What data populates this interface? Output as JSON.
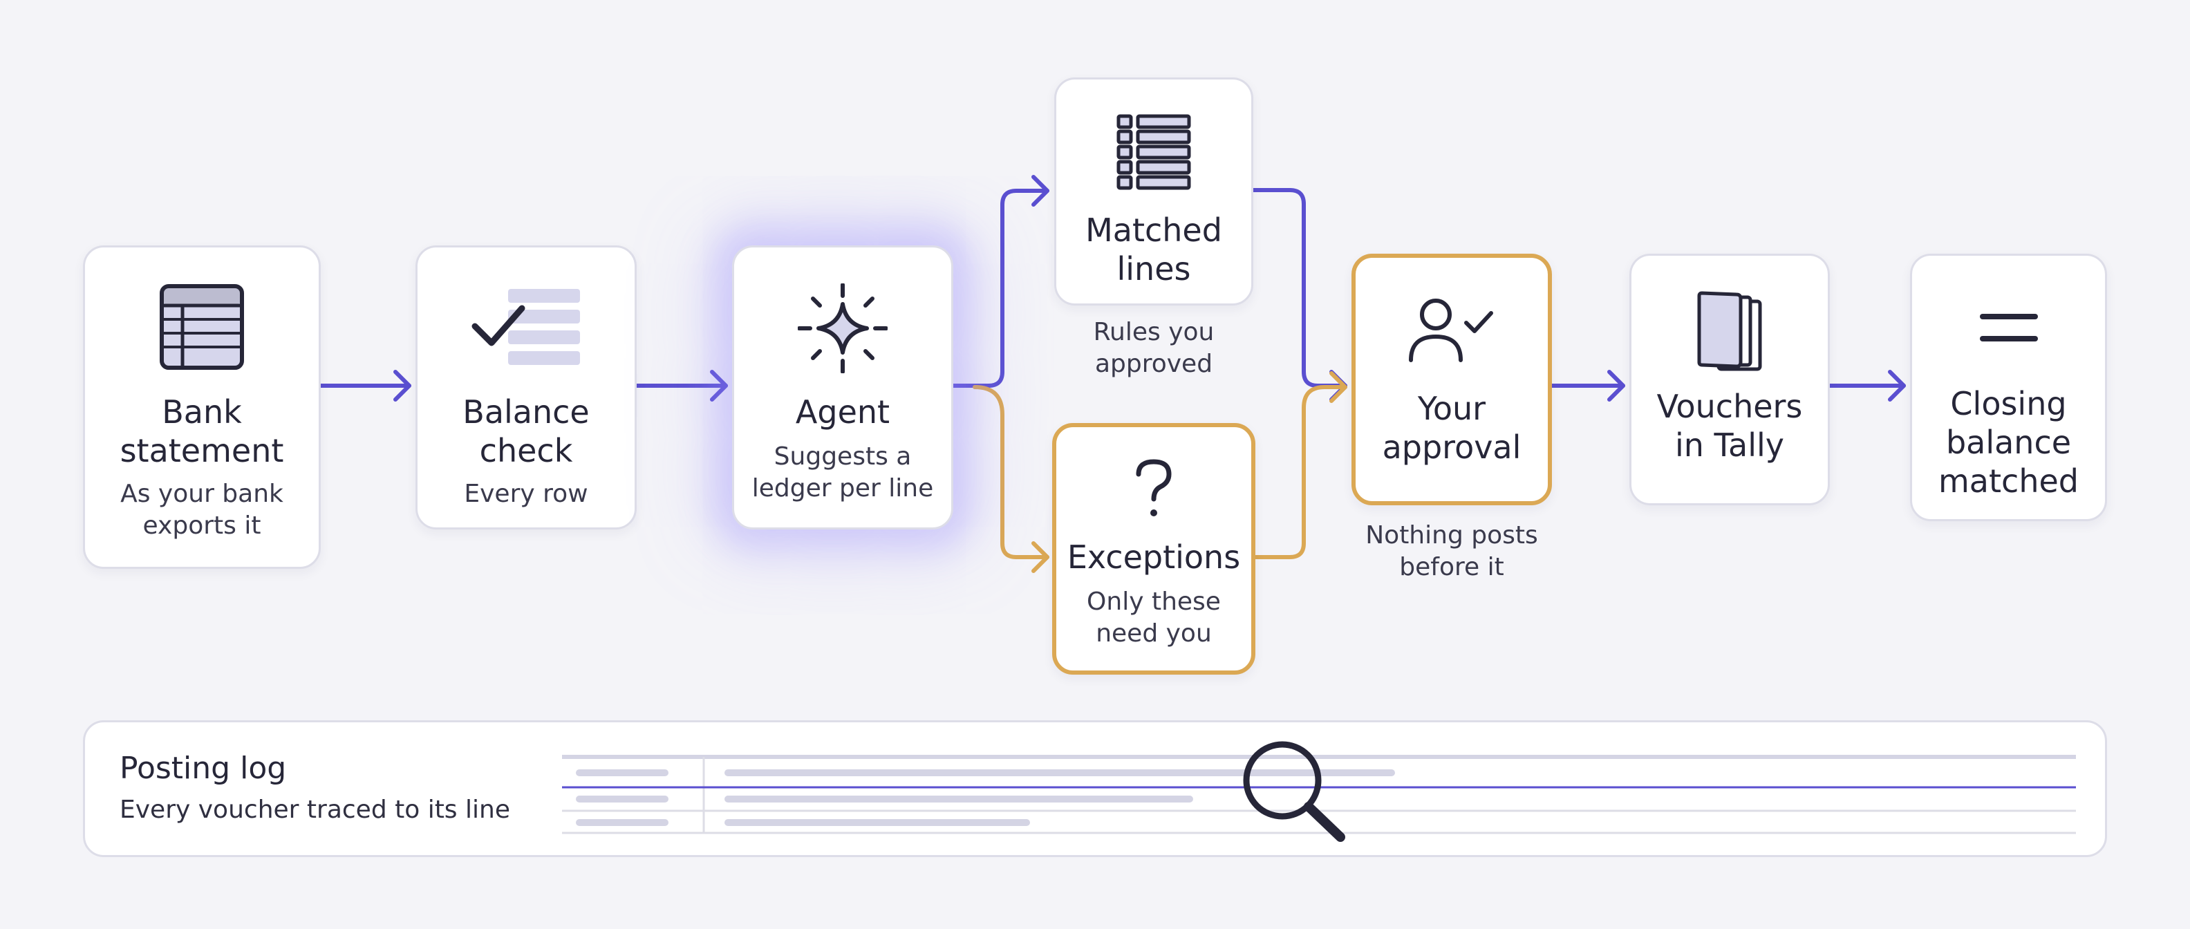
{
  "colors": {
    "flow": "#5a4fd0",
    "exception": "#dba854",
    "card_border": "#dddde8",
    "text": "#262638",
    "icon_fill": "#d6d6ec"
  },
  "nodes": {
    "bank_statement": {
      "title": "Bank\nstatement",
      "subtitle": "As your bank\nexports it",
      "icon": "spreadsheet-icon"
    },
    "balance_check": {
      "title": "Balance\ncheck",
      "subtitle": "Every row",
      "icon": "checklist-icon"
    },
    "agent": {
      "title": "Agent",
      "subtitle": "Suggests a\nledger per line",
      "icon": "sparkle-icon"
    },
    "matched_lines": {
      "title": "Matched\nlines",
      "caption": "Rules you\napproved",
      "icon": "list-icon"
    },
    "exceptions": {
      "title": "Exceptions",
      "subtitle": "Only these\nneed you",
      "icon": "question-icon"
    },
    "your_approval": {
      "title": "Your\napproval",
      "caption": "Nothing posts\nbefore it",
      "icon": "user-check-icon"
    },
    "vouchers": {
      "title": "Vouchers\nin Tally",
      "icon": "documents-icon"
    },
    "closing_balance": {
      "title": "Closing\nbalance\nmatched",
      "icon": "equals-icon"
    }
  },
  "posting_log": {
    "title": "Posting log",
    "subtitle": "Every voucher traced to its line",
    "icon": "magnifier-icon"
  }
}
